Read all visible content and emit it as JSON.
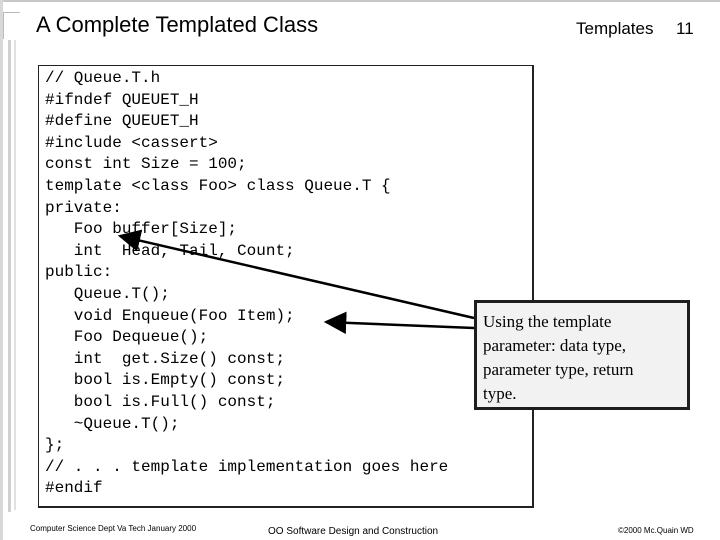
{
  "slide": {
    "title": "A Complete Templated Class",
    "topic": "Templates",
    "page_number": "11"
  },
  "code_lines": [
    "// Queue.T.h",
    "#ifndef QUEUET_H",
    "#define QUEUET_H",
    "#include <cassert>",
    "const int Size = 100;",
    "template <class Foo> class Queue.T {",
    "private:",
    "   Foo buffer[Size];",
    "   int  Head, Tail, Count;",
    "public:",
    "   Queue.T();",
    "   void Enqueue(Foo Item);",
    "   Foo Dequeue();",
    "   int  get.Size() const;",
    "   bool is.Empty() const;",
    "   bool is.Full() const;",
    "   ~Queue.T();",
    "};",
    "// . . . template implementation goes here",
    "#endif"
  ],
  "callout": {
    "lines": [
      "Using  the template",
      "parameter:  data type,",
      "parameter type, return",
      "type."
    ]
  },
  "footer": {
    "left": "Computer Science Dept Va Tech January 2000",
    "center": "OO Software Design and Construction",
    "right": "©2000  Mc.Quain WD"
  }
}
